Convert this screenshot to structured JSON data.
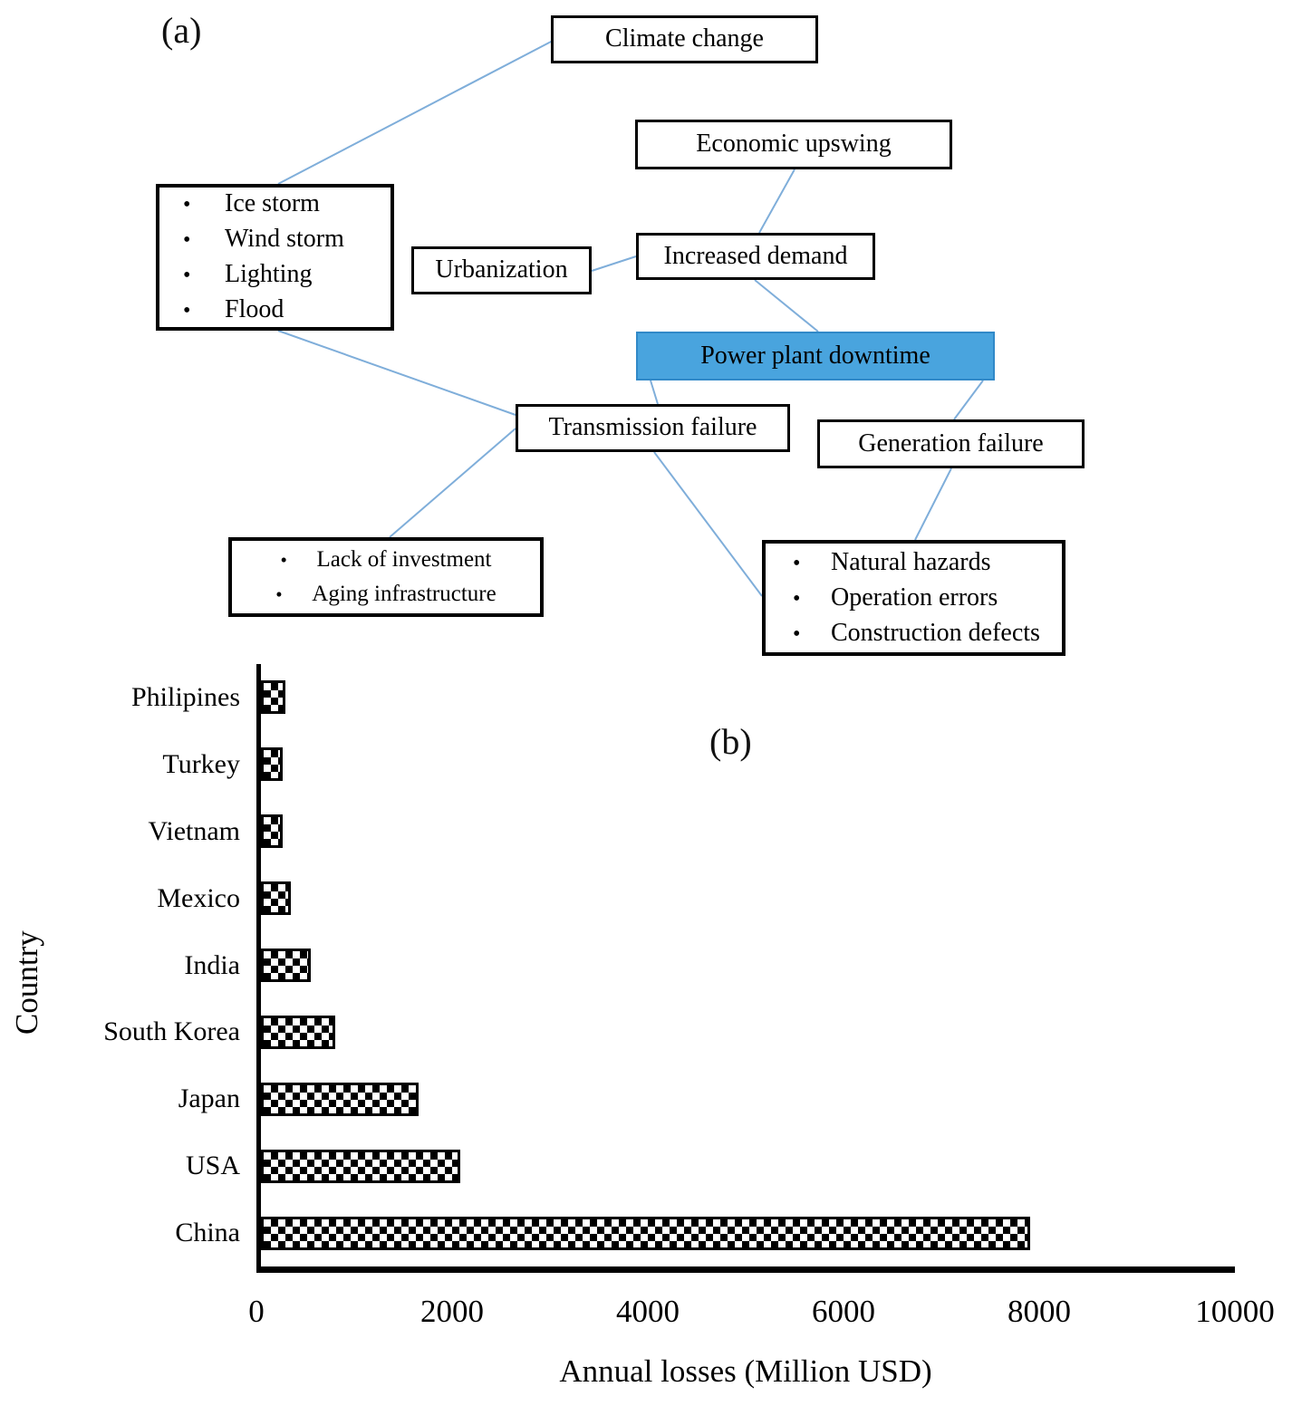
{
  "panel_a": {
    "label": "(a)",
    "nodes": {
      "climate_change": "Climate change",
      "economic_upswing": "Economic upswing",
      "urbanization": "Urbanization",
      "increased_demand": "Increased demand",
      "power_plant_downtime": "Power plant downtime",
      "transmission_failure": "Transmission failure",
      "generation_failure": "Generation failure"
    },
    "weather_causes": [
      "Ice storm",
      "Wind storm",
      "Lighting",
      "Flood"
    ],
    "transmission_causes": [
      "Lack of investment",
      "Aging infrastructure"
    ],
    "generation_causes": [
      "Natural hazards",
      "Operation errors",
      "Construction defects"
    ],
    "colors": {
      "highlight_fill": "#49A4DE",
      "highlight_border": "#3189C8",
      "connector": "#7FAEDA"
    }
  },
  "panel_b": {
    "label": "(b)"
  },
  "chart_data": {
    "type": "bar",
    "orientation": "horizontal",
    "title": "",
    "categories": [
      "Philipines",
      "Turkey",
      "Vietnam",
      "Mexico",
      "India",
      "South Korea",
      "Japan",
      "USA",
      "China"
    ],
    "values": [
      250,
      225,
      225,
      310,
      510,
      765,
      1620,
      2050,
      7900
    ],
    "xlabel": "Annual losses (Million USD)",
    "ylabel": "Country",
    "xlim": [
      0,
      10000
    ],
    "xticks": [
      0,
      2000,
      4000,
      6000,
      8000,
      10000
    ],
    "grid": false,
    "legend": false,
    "bar_fill": "black-white-checkerboard"
  }
}
